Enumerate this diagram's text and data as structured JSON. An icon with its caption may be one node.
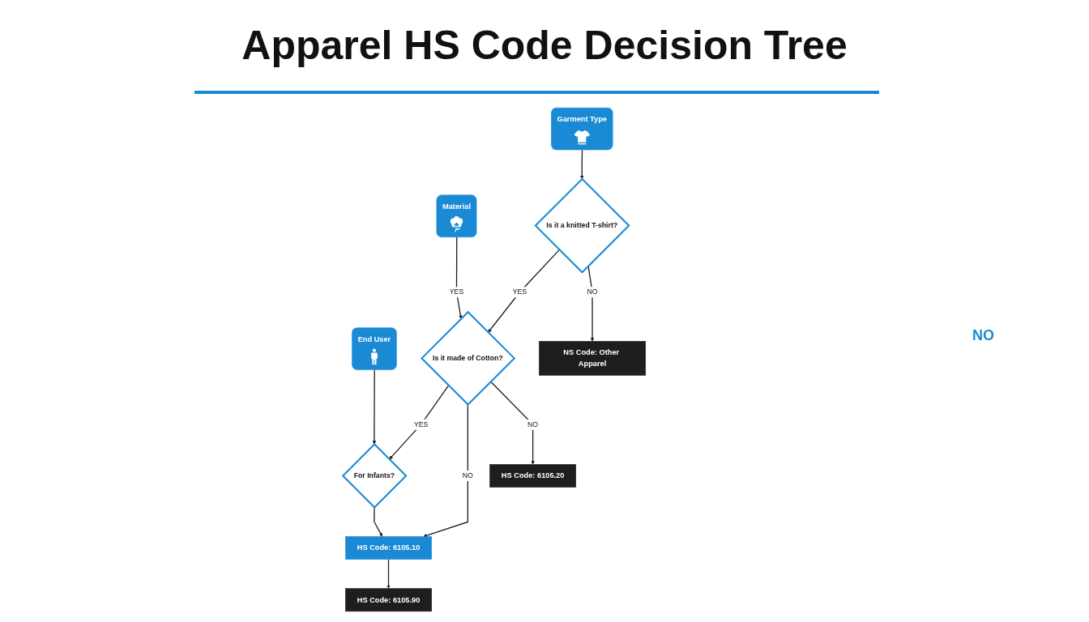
{
  "diagram": {
    "title": "Apparel HS Code Decision Tree",
    "nodes": [
      {
        "text": [
          "Garment Type"
        ]
      },
      {
        "text": [
          "Material"
        ]
      },
      {
        "text": [
          "End User"
        ]
      },
      {
        "text": [
          "Is it a knitted T-shirt?"
        ]
      },
      {
        "text": [
          "Is it made of Cotton?"
        ]
      },
      {
        "text": [
          "For Infants?"
        ]
      },
      {
        "text": [
          "HS Code: 6105.10"
        ]
      },
      {
        "text": [
          "NS Code: Other Apparel"
        ]
      },
      {
        "text": [
          "HS Code: 6105.20"
        ]
      },
      {
        "text": [
          "HS Code: 6105.90"
        ]
      }
    ],
    "edges": [
      {
        "from": 0,
        "to": 3,
        "arrow": "to"
      },
      {
        "from": 1,
        "to": 4,
        "arrow": "to",
        "label": "YES"
      },
      {
        "from": 2,
        "to": 5,
        "arrow": "to"
      },
      {
        "from": 3,
        "to": 4,
        "arrow": "to",
        "label": "YES"
      },
      {
        "from": 4,
        "to": 5,
        "arrow": "to",
        "label": "YES"
      },
      {
        "from": 4,
        "to": 6,
        "arrow": "to",
        "label": "NO"
      },
      {
        "from": 5,
        "to": 6,
        "arrow": "to"
      },
      {
        "from": 3,
        "to": 7,
        "arrow": "to",
        "label": "NO"
      },
      {
        "from": 4,
        "to": 8,
        "arrow": "to",
        "label": "NO"
      },
      {
        "from": 6,
        "to": 9,
        "arrow": "to"
      }
    ],
    "labels": [
      "NO"
    ]
  }
}
